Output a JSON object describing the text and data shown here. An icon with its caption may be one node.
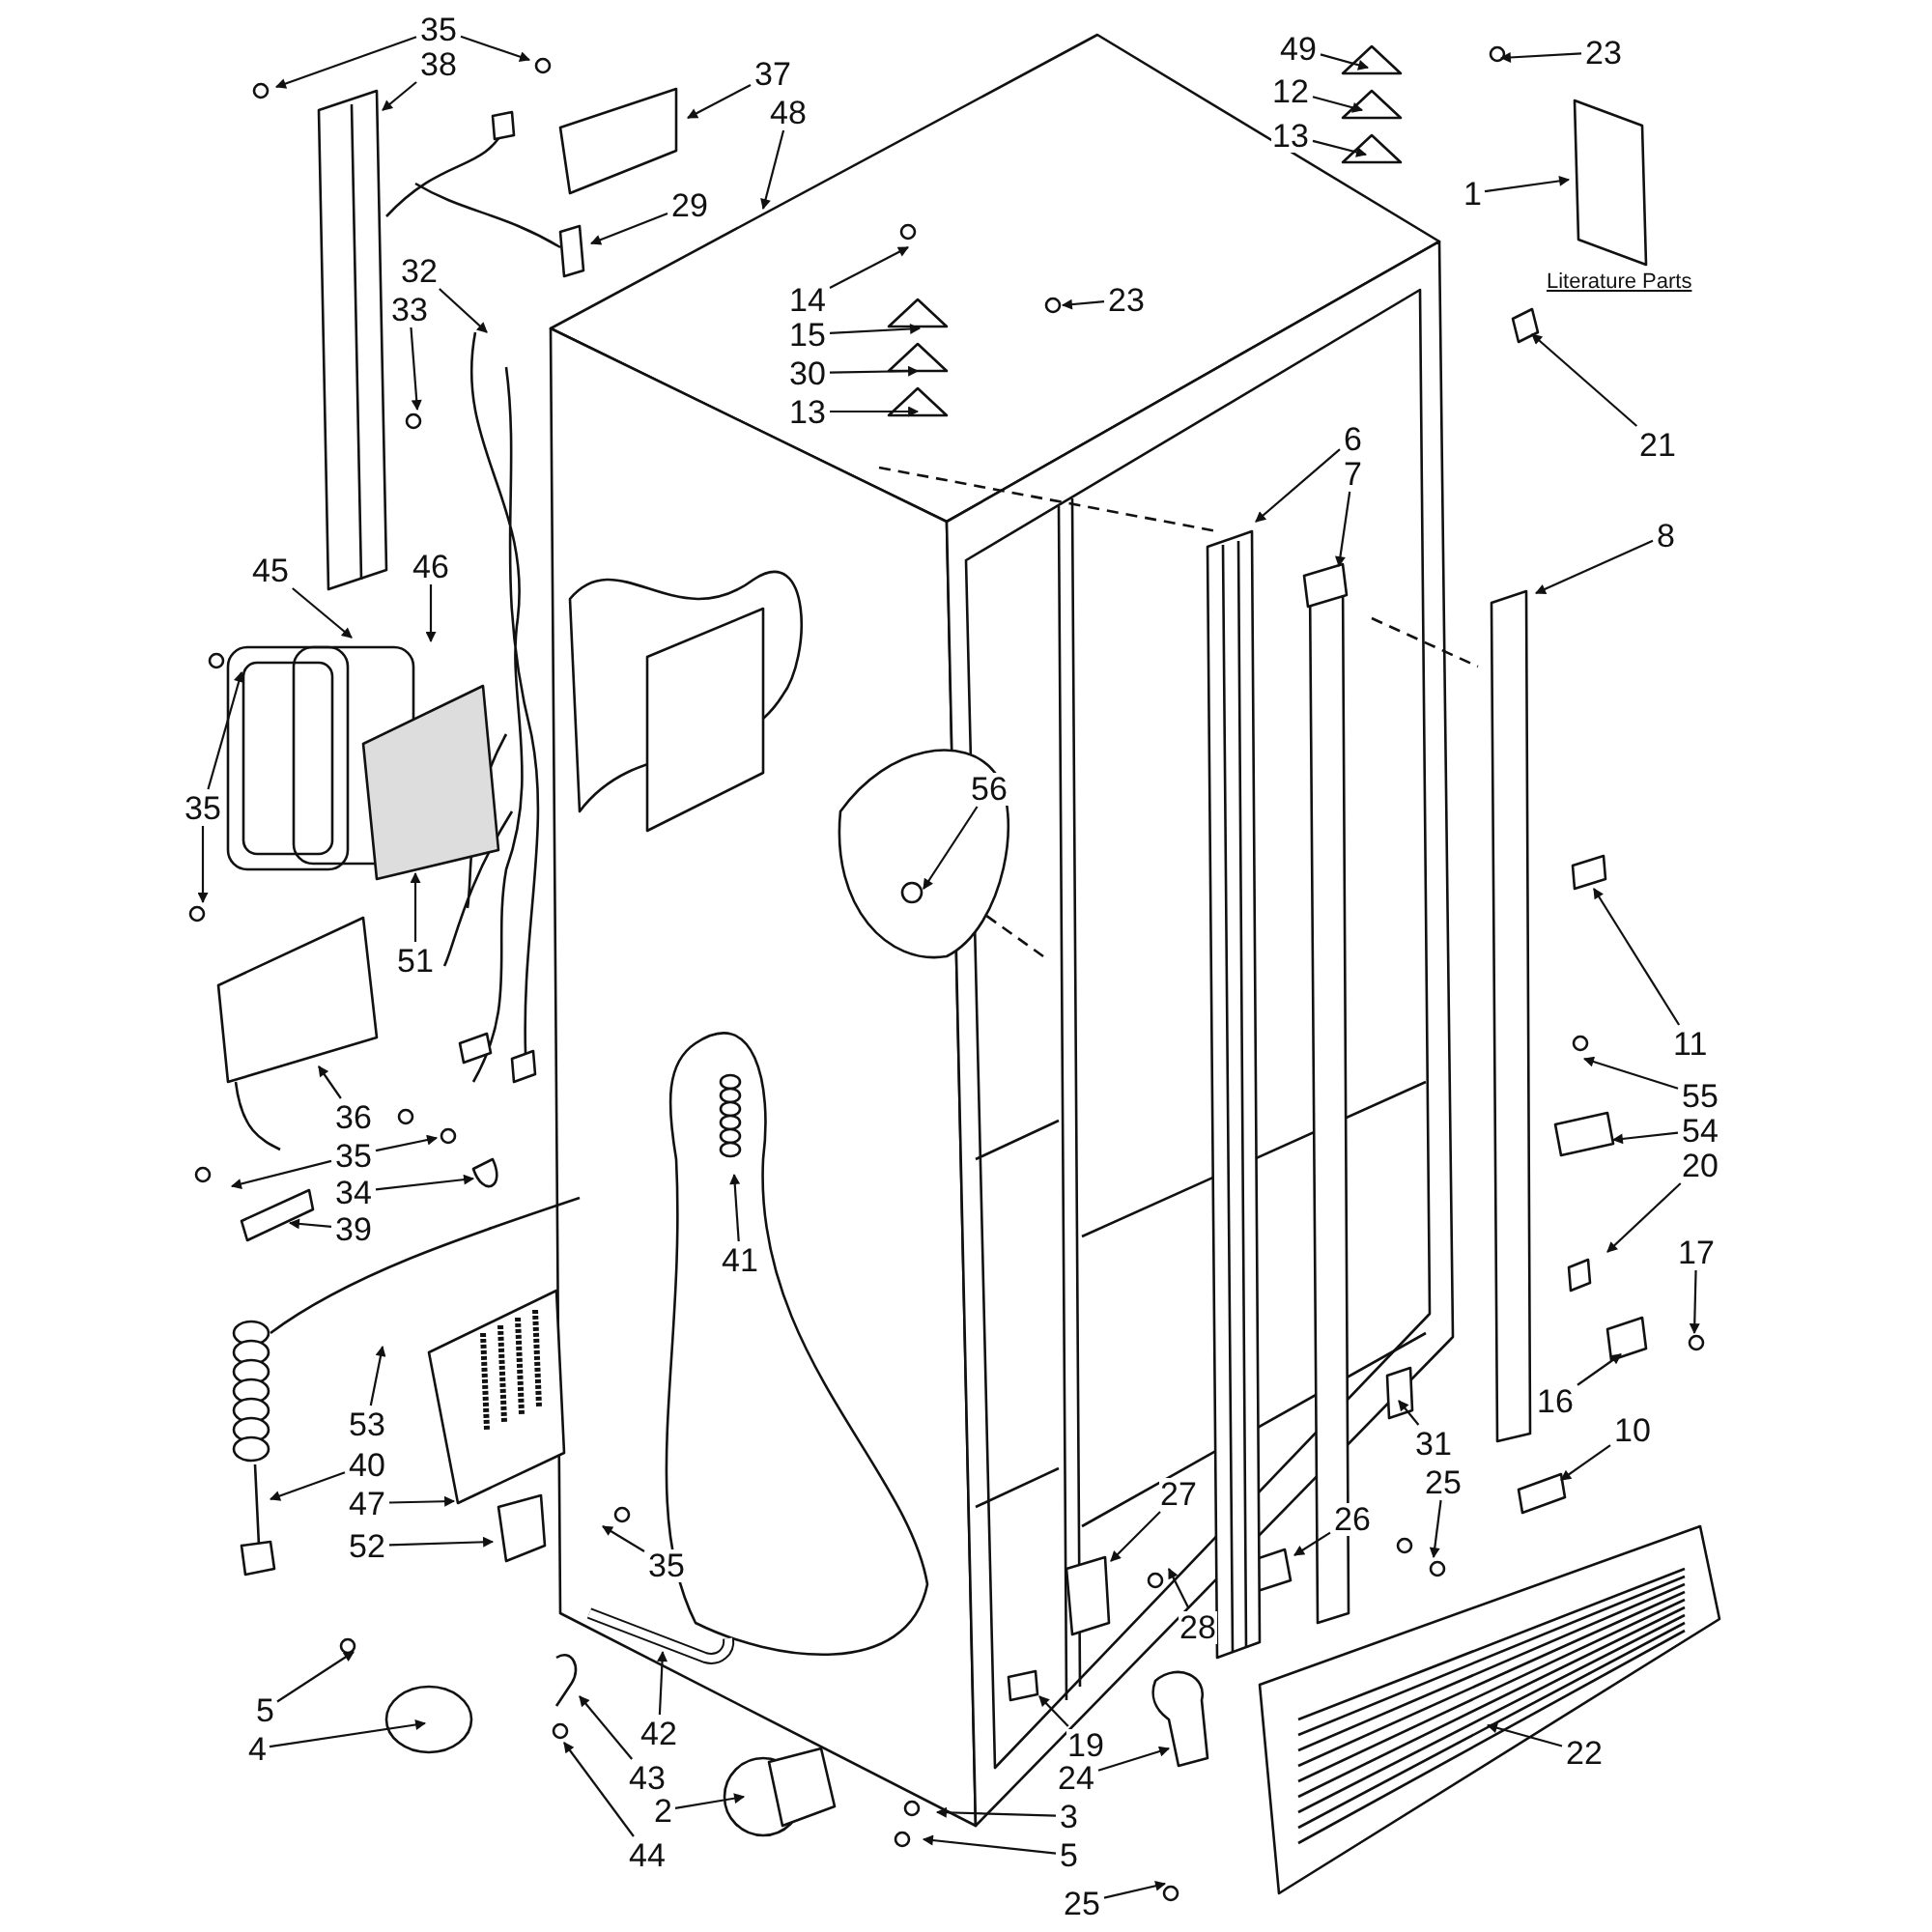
{
  "diagram": {
    "nodes": [
      {
        "text": [
          "35"
        ]
      },
      {
        "text": [
          "38"
        ]
      },
      {
        "text": [
          "37"
        ]
      },
      {
        "text": [
          "48"
        ]
      },
      {
        "text": [
          "49"
        ]
      },
      {
        "text": [
          "23"
        ]
      },
      {
        "text": [
          "12"
        ]
      },
      {
        "text": [
          "13"
        ]
      },
      {
        "text": [
          "1"
        ]
      },
      {
        "text": [
          "29"
        ]
      },
      {
        "text": [
          "32"
        ]
      },
      {
        "text": [
          "14"
        ]
      },
      {
        "text": [
          "23"
        ]
      },
      {
        "text": [
          "33"
        ]
      },
      {
        "text": [
          "15"
        ]
      },
      {
        "text": [
          "30"
        ]
      },
      {
        "text": [
          "13"
        ]
      },
      {
        "text": [
          "21"
        ]
      },
      {
        "text": [
          "6"
        ]
      },
      {
        "text": [
          "7"
        ]
      },
      {
        "text": [
          "8"
        ]
      },
      {
        "text": [
          "45"
        ]
      },
      {
        "text": [
          "46"
        ]
      },
      {
        "text": [
          "35"
        ]
      },
      {
        "text": [
          "56"
        ]
      },
      {
        "text": [
          "51"
        ]
      },
      {
        "text": [
          "11"
        ]
      },
      {
        "text": [
          "55"
        ]
      },
      {
        "text": [
          "36"
        ]
      },
      {
        "text": [
          "35"
        ]
      },
      {
        "text": [
          "54"
        ]
      },
      {
        "text": [
          "20"
        ]
      },
      {
        "text": [
          "34"
        ]
      },
      {
        "text": [
          "39"
        ]
      },
      {
        "text": [
          "17"
        ]
      },
      {
        "text": [
          "41"
        ]
      },
      {
        "text": [
          "16"
        ]
      },
      {
        "text": [
          "53"
        ]
      },
      {
        "text": [
          "10"
        ]
      },
      {
        "text": [
          "31"
        ]
      },
      {
        "text": [
          "40"
        ]
      },
      {
        "text": [
          "25"
        ]
      },
      {
        "text": [
          "27"
        ]
      },
      {
        "text": [
          "47"
        ]
      },
      {
        "text": [
          "26"
        ]
      },
      {
        "text": [
          "52"
        ]
      },
      {
        "text": [
          "35"
        ]
      },
      {
        "text": [
          "28"
        ]
      },
      {
        "text": [
          "5"
        ]
      },
      {
        "text": [
          "42"
        ]
      },
      {
        "text": [
          "19"
        ]
      },
      {
        "text": [
          "4"
        ]
      },
      {
        "text": [
          "22"
        ]
      },
      {
        "text": [
          "43"
        ]
      },
      {
        "text": [
          "24"
        ]
      },
      {
        "text": [
          "2"
        ]
      },
      {
        "text": [
          "3"
        ]
      },
      {
        "text": [
          "44"
        ]
      },
      {
        "text": [
          "5"
        ]
      },
      {
        "text": [
          "25"
        ]
      }
    ],
    "edges": [
      {
        "from": 0,
        "to": null,
        "arrow": "to"
      },
      {
        "from": 0,
        "to": null,
        "arrow": "to"
      },
      {
        "from": 1,
        "to": null,
        "arrow": "to"
      },
      {
        "from": 2,
        "to": null,
        "arrow": "to"
      },
      {
        "from": 3,
        "to": null,
        "arrow": "to"
      },
      {
        "from": 4,
        "to": null,
        "arrow": "to"
      },
      {
        "from": 5,
        "to": null,
        "arrow": "to"
      },
      {
        "from": 6,
        "to": null,
        "arrow": "to"
      },
      {
        "from": 7,
        "to": null,
        "arrow": "to"
      },
      {
        "from": 8,
        "to": null,
        "arrow": "to"
      },
      {
        "from": 9,
        "to": null,
        "arrow": "to"
      },
      {
        "from": 10,
        "to": null,
        "arrow": "to"
      },
      {
        "from": 11,
        "to": null,
        "arrow": "to"
      },
      {
        "from": 12,
        "to": null,
        "arrow": "to"
      },
      {
        "from": 13,
        "to": null,
        "arrow": "to"
      },
      {
        "from": 14,
        "to": null,
        "arrow": "to"
      },
      {
        "from": 15,
        "to": null,
        "arrow": "to"
      },
      {
        "from": 16,
        "to": null,
        "arrow": "to"
      },
      {
        "from": 17,
        "to": null,
        "arrow": "to"
      },
      {
        "from": 18,
        "to": null,
        "arrow": "to"
      },
      {
        "from": 19,
        "to": null,
        "arrow": "to"
      },
      {
        "from": 20,
        "to": null,
        "arrow": "to"
      },
      {
        "from": 21,
        "to": null,
        "arrow": "to"
      },
      {
        "from": 22,
        "to": null,
        "arrow": "to"
      },
      {
        "from": 23,
        "to": null,
        "arrow": "to"
      },
      {
        "from": 23,
        "to": null,
        "arrow": "to"
      },
      {
        "from": 24,
        "to": null,
        "arrow": "to"
      },
      {
        "from": 25,
        "to": null,
        "arrow": "to"
      },
      {
        "from": 26,
        "to": null,
        "arrow": "to"
      },
      {
        "from": 27,
        "to": null,
        "arrow": "to"
      },
      {
        "from": 28,
        "to": null,
        "arrow": "to"
      },
      {
        "from": 29,
        "to": null,
        "arrow": "to"
      },
      {
        "from": 29,
        "to": null,
        "arrow": "to"
      },
      {
        "from": 30,
        "to": null,
        "arrow": "to"
      },
      {
        "from": 31,
        "to": null,
        "arrow": "to"
      },
      {
        "from": 32,
        "to": null,
        "arrow": "to"
      },
      {
        "from": 33,
        "to": null,
        "arrow": "to"
      },
      {
        "from": 34,
        "to": null,
        "arrow": "to"
      },
      {
        "from": 35,
        "to": null,
        "arrow": "to"
      },
      {
        "from": 36,
        "to": null,
        "arrow": "to"
      },
      {
        "from": 37,
        "to": null,
        "arrow": "to"
      },
      {
        "from": 38,
        "to": null,
        "arrow": "to"
      },
      {
        "from": 39,
        "to": null,
        "arrow": "to"
      },
      {
        "from": 40,
        "to": null,
        "arrow": "to"
      },
      {
        "from": 41,
        "to": null,
        "arrow": "to"
      },
      {
        "from": 42,
        "to": null,
        "arrow": "to"
      },
      {
        "from": 43,
        "to": null,
        "arrow": "to"
      },
      {
        "from": 44,
        "to": null,
        "arrow": "to"
      },
      {
        "from": 45,
        "to": null,
        "arrow": "to"
      },
      {
        "from": 46,
        "to": null,
        "arrow": "to"
      },
      {
        "from": 47,
        "to": null,
        "arrow": "to"
      },
      {
        "from": 48,
        "to": null,
        "arrow": "to"
      },
      {
        "from": 49,
        "to": null,
        "arrow": "to"
      },
      {
        "from": 50,
        "to": null,
        "arrow": "to"
      },
      {
        "from": 51,
        "to": null,
        "arrow": "to"
      },
      {
        "from": 52,
        "to": null,
        "arrow": "to"
      },
      {
        "from": 53,
        "to": null,
        "arrow": "to"
      },
      {
        "from": 54,
        "to": null,
        "arrow": "to"
      },
      {
        "from": 55,
        "to": null,
        "arrow": "to"
      },
      {
        "from": 56,
        "to": null,
        "arrow": "to"
      },
      {
        "from": 57,
        "to": null,
        "arrow": "to"
      },
      {
        "from": 58,
        "to": null,
        "arrow": "to"
      },
      {
        "from": 59,
        "to": null,
        "arrow": "to"
      }
    ],
    "labels": [
      "Literature Parts"
    ]
  }
}
